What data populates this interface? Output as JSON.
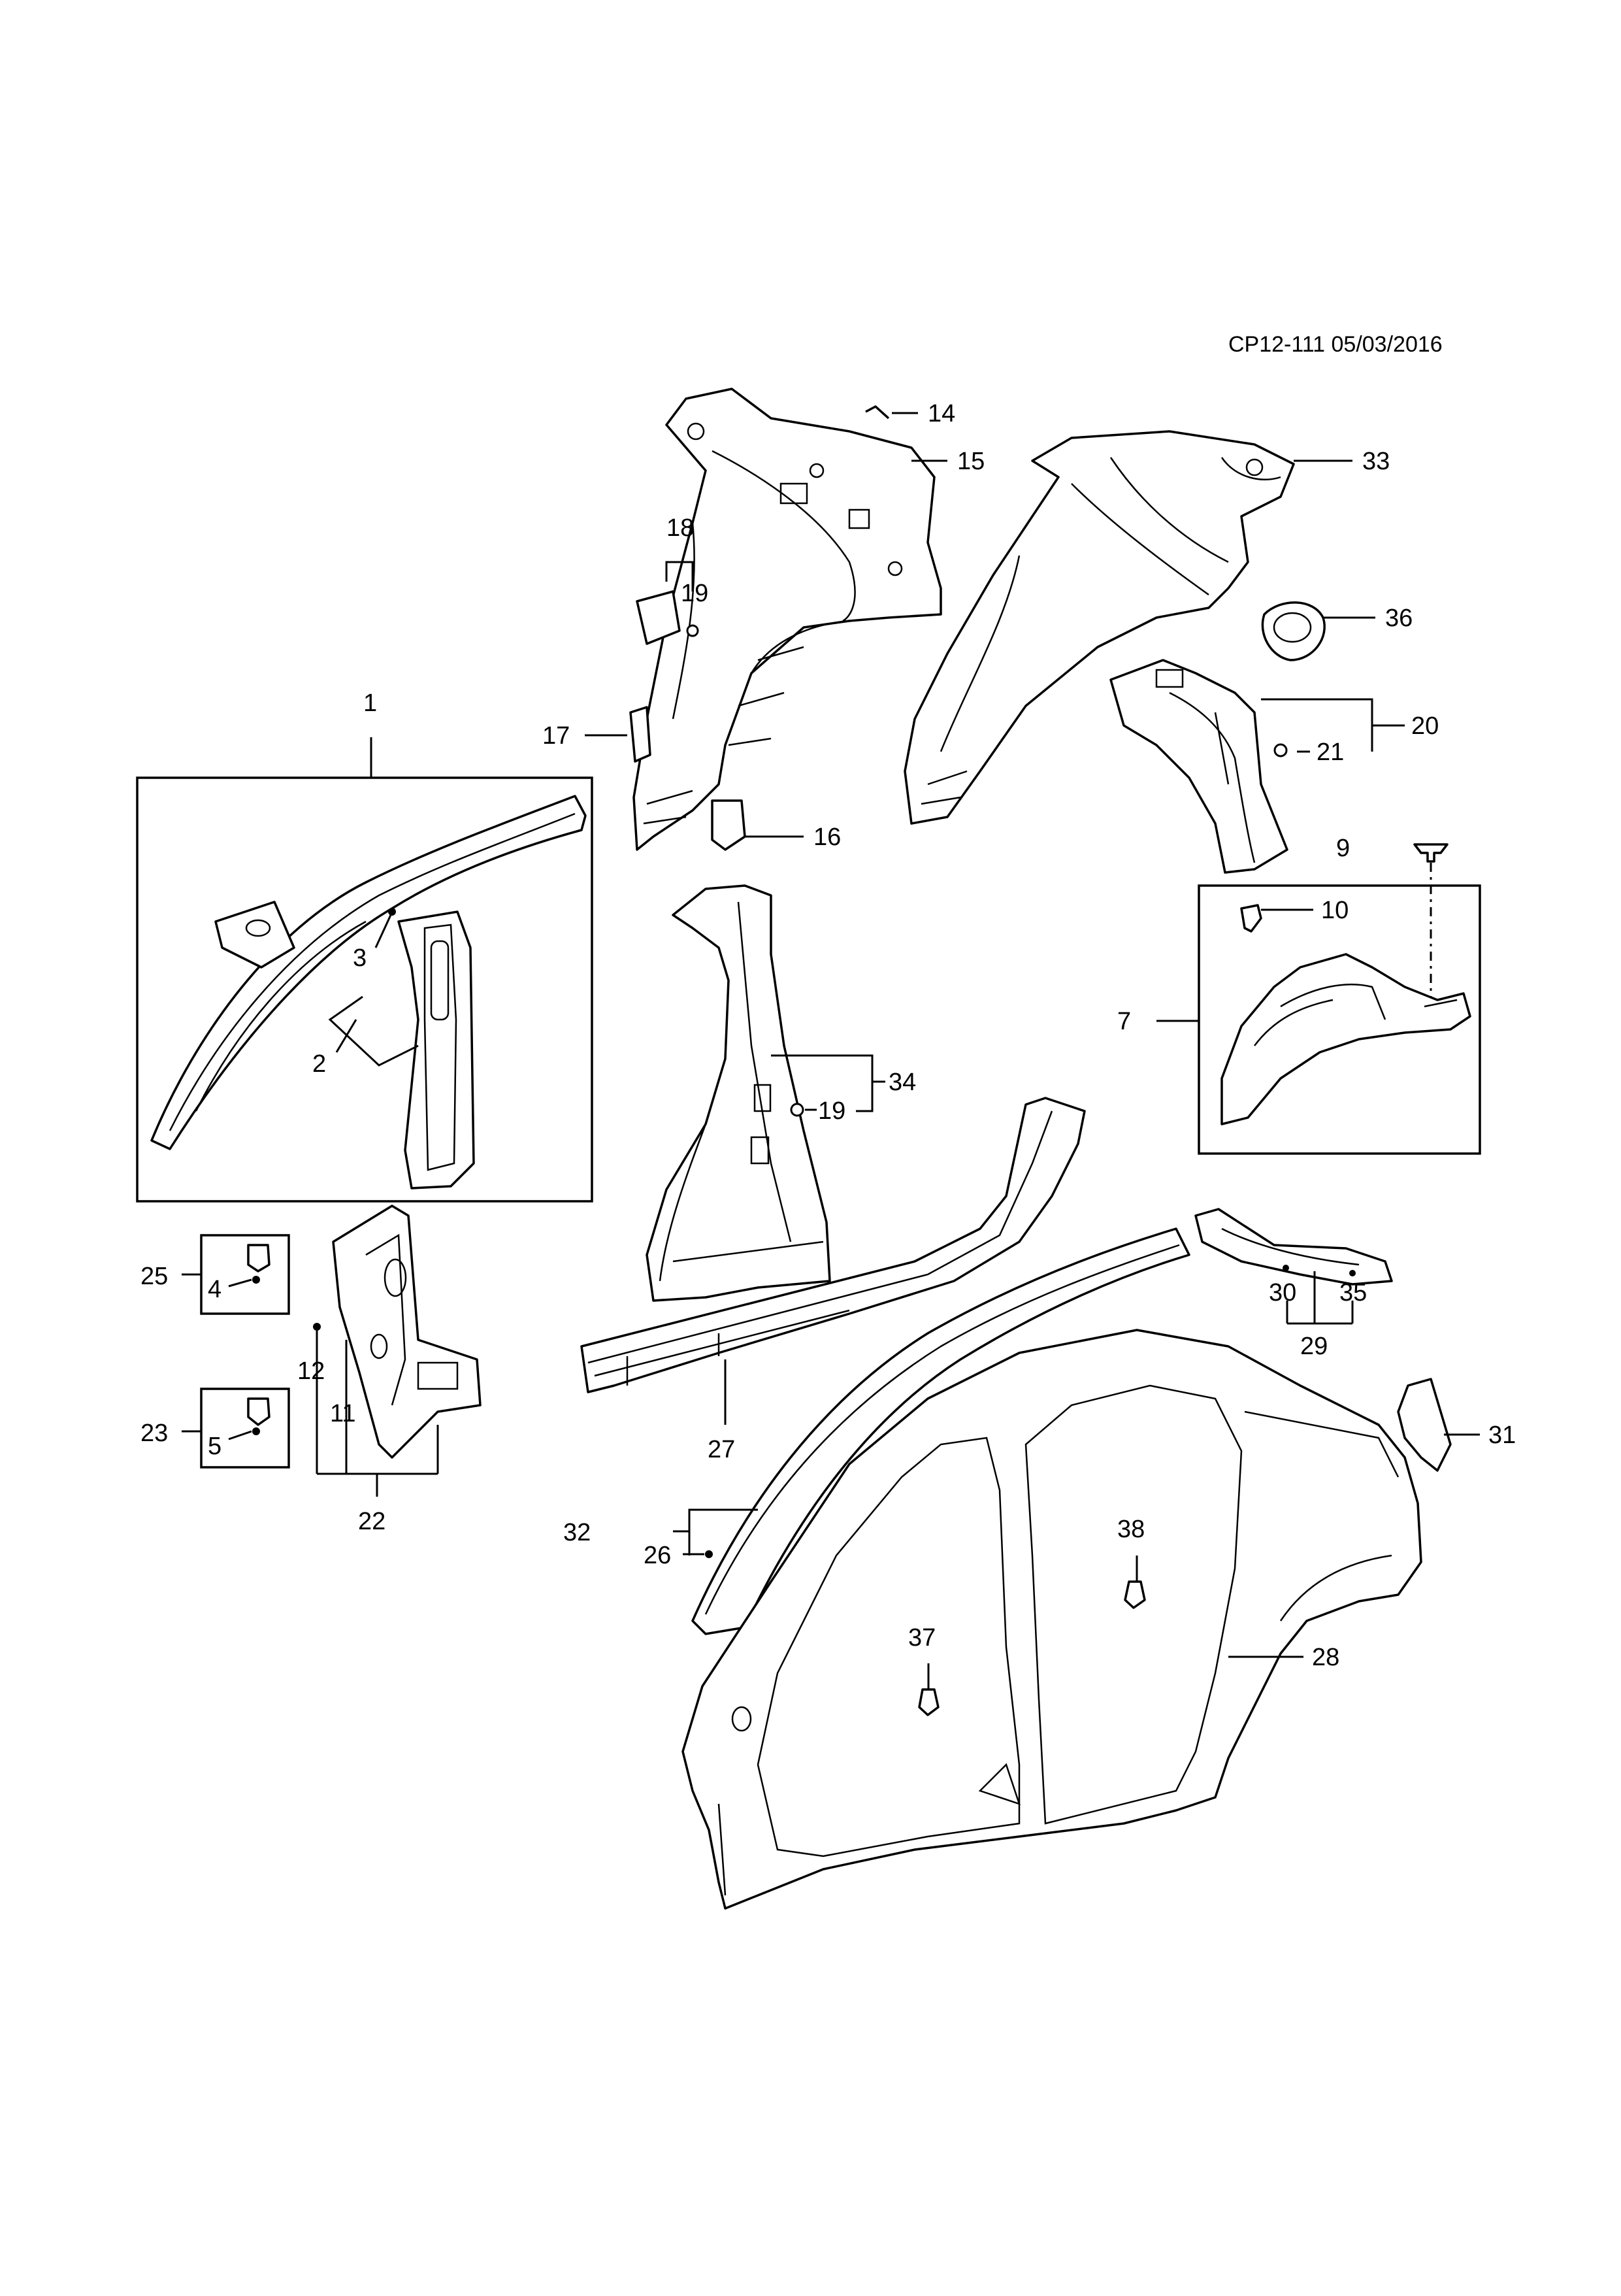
{
  "header": {
    "code": "CP12-111 05/03/2016"
  },
  "callouts": {
    "c1": "1",
    "c2": "2",
    "c3": "3",
    "c4": "4",
    "c5": "5",
    "c7": "7",
    "c9": "9",
    "c10": "10",
    "c11": "11",
    "c12": "12",
    "c14": "14",
    "c15": "15",
    "c16": "16",
    "c17": "17",
    "c18": "18",
    "c19a": "19",
    "c19b": "19",
    "c20": "20",
    "c21": "21",
    "c22": "22",
    "c23": "23",
    "c25": "25",
    "c26": "26",
    "c27": "27",
    "c28": "28",
    "c29": "29",
    "c30": "30",
    "c31": "31",
    "c32": "32",
    "c33": "33",
    "c34": "34",
    "c35": "35",
    "c36": "36",
    "c37": "37",
    "c38": "38"
  },
  "parts": {
    "roof_rail_assembly": "roof-rail",
    "b_pillar_inner": "b-pillar",
    "rear_quarter_inner_left": "quarter-inner",
    "rear_quarter_inner_right": "quarter-inner",
    "wheelhouse_rear": "wheelhouse",
    "b_pillar_reinforcement": "b-pillar-reinf",
    "rocker_panel": "rocker",
    "body_side_outer": "body-side",
    "a_pillar_lower": "a-pillar-lower",
    "fuel_filler_housing": "fuel-door",
    "tail_lamp_pocket": "lamp-pocket"
  }
}
